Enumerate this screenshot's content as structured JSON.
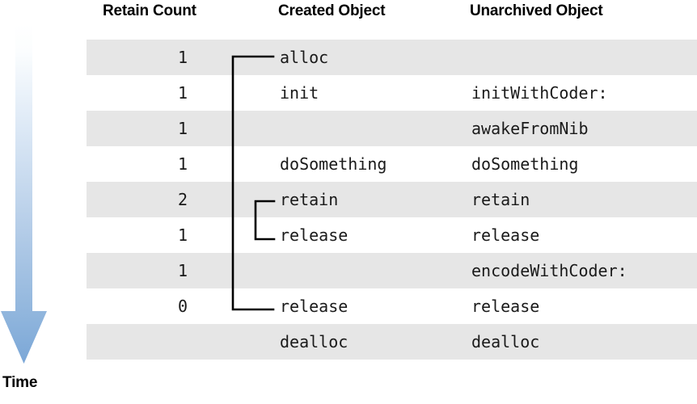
{
  "headers": {
    "retain_count": "Retain Count",
    "created_object": "Created Object",
    "unarchived_object": "Unarchived Object"
  },
  "axis": {
    "label": "Time",
    "icon": "down-arrow-icon",
    "gradient_from": "#fdfeff",
    "gradient_to": "#7ba7d7"
  },
  "colors": {
    "row_shaded": "#e6e6e6",
    "row_plain": "#ffffff",
    "text": "#1a1a1a",
    "connector": "#000000"
  },
  "chart_data": {
    "type": "table",
    "title": "",
    "columns": [
      "Retain Count",
      "Created Object",
      "Unarchived Object"
    ],
    "rows": [
      {
        "retain_count": "1",
        "created_object": "alloc",
        "unarchived_object": "",
        "shaded": true
      },
      {
        "retain_count": "1",
        "created_object": "init",
        "unarchived_object": "initWithCoder:",
        "shaded": false
      },
      {
        "retain_count": "1",
        "created_object": "",
        "unarchived_object": "awakeFromNib",
        "shaded": true
      },
      {
        "retain_count": "1",
        "created_object": "doSomething",
        "unarchived_object": "doSomething",
        "shaded": false
      },
      {
        "retain_count": "2",
        "created_object": "retain",
        "unarchived_object": "retain",
        "shaded": true
      },
      {
        "retain_count": "1",
        "created_object": "release",
        "unarchived_object": "release",
        "shaded": false
      },
      {
        "retain_count": "1",
        "created_object": "",
        "unarchived_object": "encodeWithCoder:",
        "shaded": true
      },
      {
        "retain_count": "0",
        "created_object": "release",
        "unarchived_object": "release",
        "shaded": false
      },
      {
        "retain_count": "",
        "created_object": "dealloc",
        "unarchived_object": "dealloc",
        "shaded": true
      }
    ]
  }
}
